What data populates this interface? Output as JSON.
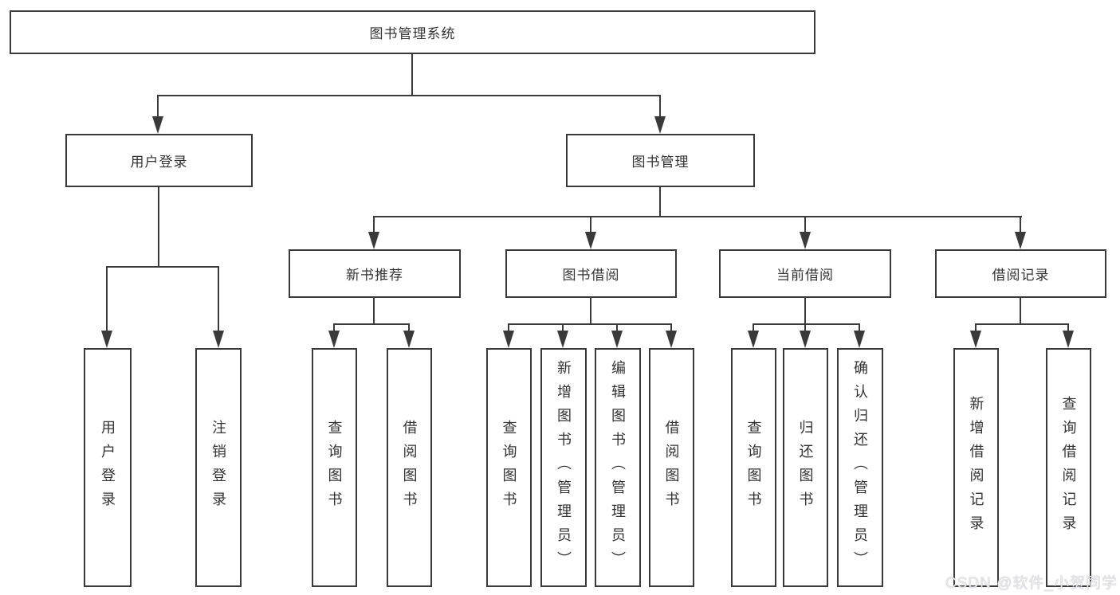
{
  "nodes": {
    "root": "图书管理系统",
    "level2": [
      "用户登录",
      "图书管理"
    ],
    "level3": [
      "新书推荐",
      "图书借阅",
      "当前借阅",
      "借阅记录"
    ],
    "leaves": {
      "userLogin": [
        "用户登录",
        "注销登录"
      ],
      "newBookRec": [
        "查询图书",
        "借阅图书"
      ],
      "bookBorrow": [
        "查询图书",
        "新增图书（管理员）",
        "编辑图书（管理员）",
        "借阅图书"
      ],
      "currentBorrow": [
        "查询图书",
        "归还图书",
        "确认归还（管理员）"
      ],
      "borrowRecords": [
        "新增借阅记录",
        "查询借阅记录"
      ]
    }
  },
  "watermark": "CSDN @软件_小贺同学",
  "colors": {
    "line": "#3a3a3a",
    "text": "#333333",
    "background": "#ffffff",
    "watermark": "#e6e6ec"
  }
}
